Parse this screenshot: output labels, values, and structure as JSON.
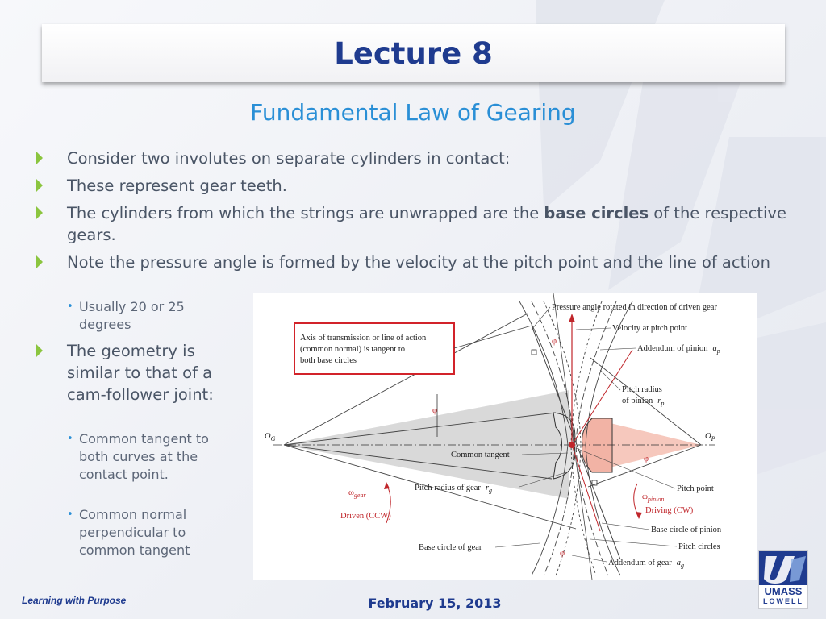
{
  "title": "Lecture 8",
  "subtitle": "Fundamental Law of Gearing",
  "bullets": [
    {
      "text": "Consider two involutes on separate cylinders in contact:"
    },
    {
      "text": "These represent gear teeth."
    },
    {
      "text_before": "The cylinders from which the strings are unwrapped are the ",
      "bold": "base circles",
      "text_after": " of the respective gears."
    },
    {
      "text": "Note the pressure angle is formed by the velocity at the pitch point and the line of action"
    }
  ],
  "sub_bullet_pressure": "Usually 20 or 25 degrees",
  "bullet_geometry": "The geometry is similar to that of a cam-follower joint:",
  "sub_bullets_geometry": [
    "Common tangent to both curves at the contact point.",
    "Common normal perpendicular to common tangent"
  ],
  "figure": {
    "labels": {
      "pressure_angle": "Pressure angle rotated in direction of driven gear",
      "velocity": "Velocity at pitch point",
      "addendum_pinion": "Addendum of pinion",
      "addendum_pinion_sym": "a",
      "addendum_pinion_sub": "p",
      "pitch_radius_pinion_1": "Pitch radius",
      "pitch_radius_pinion_2": "of pinion",
      "pitch_radius_pinion_sym": "r",
      "pitch_radius_pinion_sub": "p",
      "axis_box_1": "Axis of transmission or line of action",
      "axis_box_2": "(common normal) is tangent to",
      "axis_box_3": "both base circles",
      "og": "O",
      "og_sub": "G",
      "op": "O",
      "op_sub": "P",
      "phi": "φ",
      "common_tangent": "Common tangent",
      "pitch_radius_gear": "Pitch radius of gear",
      "pitch_radius_gear_sym": "r",
      "pitch_radius_gear_sub": "g",
      "omega_gear": "ω",
      "omega_gear_sub": "gear",
      "driven": "Driven (CCW)",
      "omega_pinion": "ω",
      "omega_pinion_sub": "pinion",
      "driving": "Driving (CW)",
      "pitch_point": "Pitch point",
      "base_circle_pinion": "Base circle of pinion",
      "pitch_circles": "Pitch circles",
      "base_circle_gear": "Base circle of gear",
      "addendum_gear": "Addendum of gear",
      "addendum_gear_sym": "a",
      "addendum_gear_sub": "g"
    }
  },
  "footer": {
    "left": "Learning with Purpose",
    "date": "February 15, 2013"
  },
  "logo": {
    "line1": "UMASS",
    "line2": "LOWELL"
  },
  "colors": {
    "title": "#1f3b8f",
    "subtitle": "#2a8fd6",
    "bullet_arrow": "#8bc53f",
    "annotation_red": "#c0262b",
    "pinion_fill": "#f6c8bd"
  }
}
